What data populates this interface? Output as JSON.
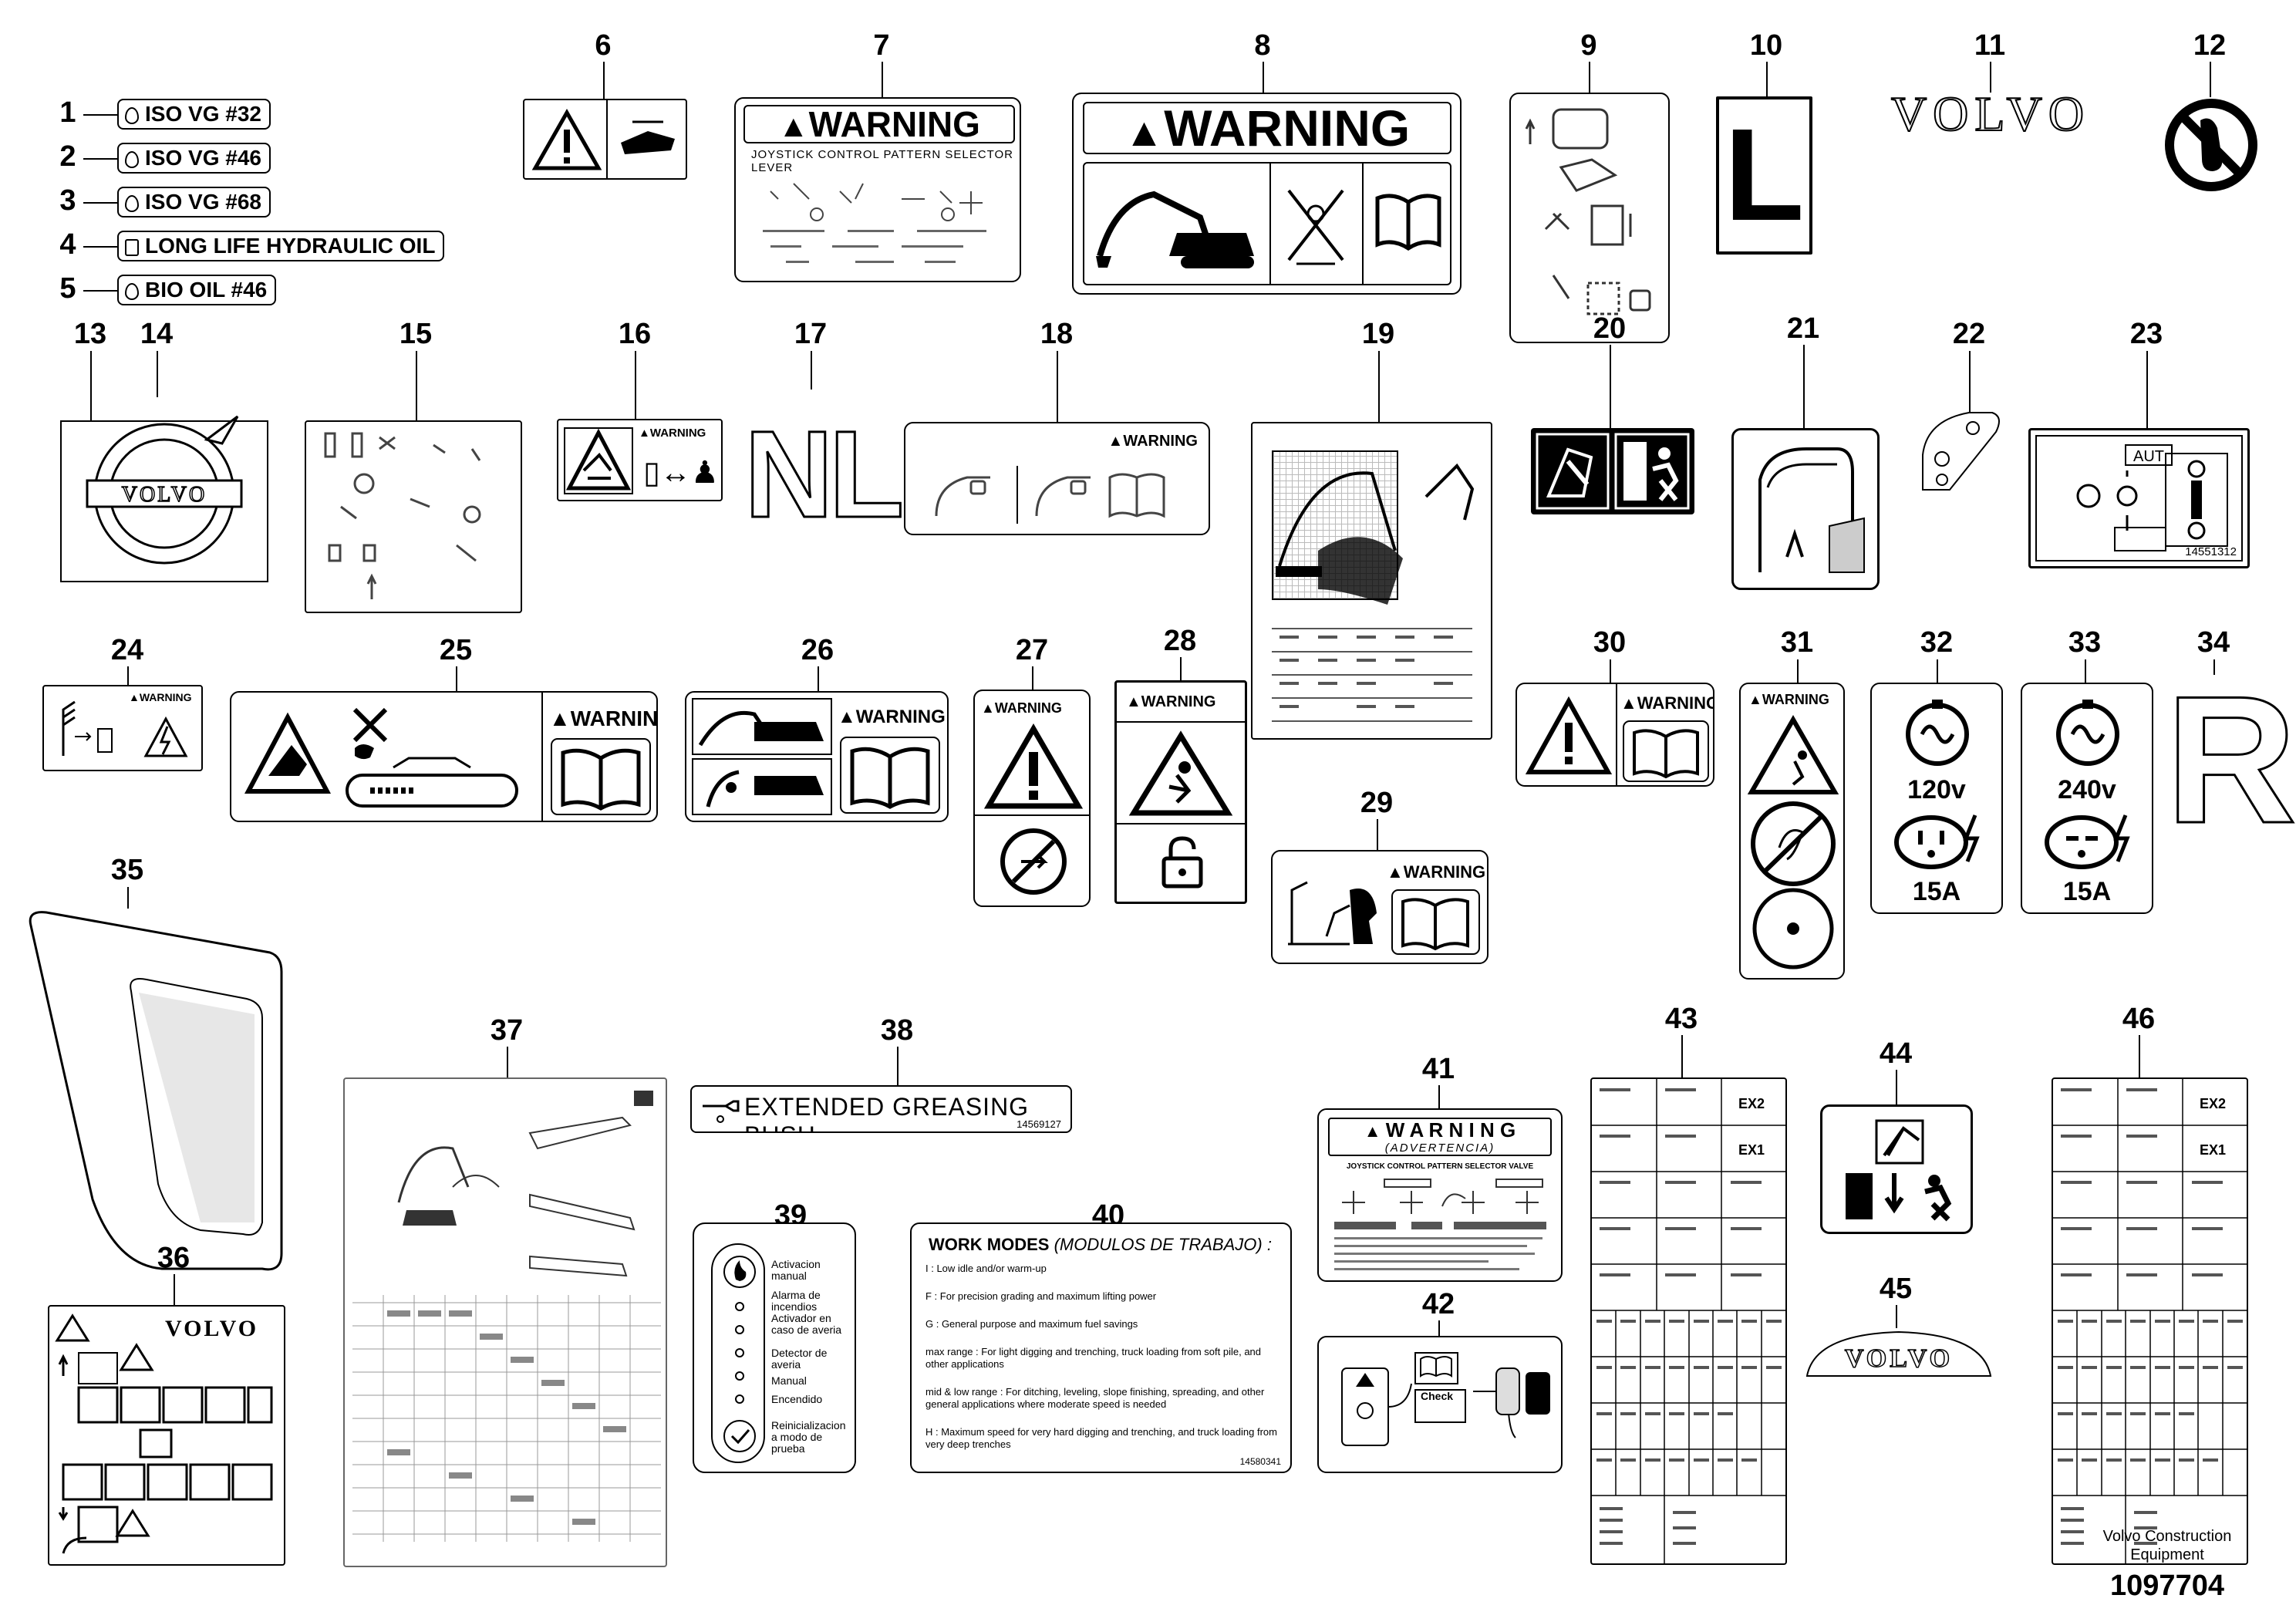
{
  "items": [
    {
      "n": "1"
    },
    {
      "n": "2"
    },
    {
      "n": "3"
    },
    {
      "n": "4"
    },
    {
      "n": "5"
    },
    {
      "n": "6"
    },
    {
      "n": "7"
    },
    {
      "n": "8"
    },
    {
      "n": "9"
    },
    {
      "n": "10"
    },
    {
      "n": "11"
    },
    {
      "n": "12"
    },
    {
      "n": "13"
    },
    {
      "n": "14"
    },
    {
      "n": "15"
    },
    {
      "n": "16"
    },
    {
      "n": "17"
    },
    {
      "n": "18"
    },
    {
      "n": "19"
    },
    {
      "n": "20"
    },
    {
      "n": "21"
    },
    {
      "n": "22"
    },
    {
      "n": "23"
    },
    {
      "n": "24"
    },
    {
      "n": "25"
    },
    {
      "n": "26"
    },
    {
      "n": "27"
    },
    {
      "n": "28"
    },
    {
      "n": "29"
    },
    {
      "n": "30"
    },
    {
      "n": "31"
    },
    {
      "n": "32"
    },
    {
      "n": "33"
    },
    {
      "n": "34"
    },
    {
      "n": "35"
    },
    {
      "n": "36"
    },
    {
      "n": "37"
    },
    {
      "n": "38"
    },
    {
      "n": "39"
    },
    {
      "n": "40"
    },
    {
      "n": "41"
    },
    {
      "n": "42"
    },
    {
      "n": "43"
    },
    {
      "n": "44"
    },
    {
      "n": "45"
    },
    {
      "n": "46"
    }
  ],
  "oil_labels": [
    "ISO VG #32",
    "ISO VG #46",
    "ISO VG #68",
    "LONG LIFE HYDRAULIC OIL",
    "BIO OIL #46"
  ],
  "decals": {
    "warning": "WARNING",
    "warning_spaced": "W A R N I N G",
    "advertencia": "(ADVERTENCIA)",
    "joystick_pattern": "JOYSTICK CONTROL PATTERN SELECTOR LEVER",
    "joystick_valve": "JOYSTICK CONTROL PATTERN SELECTOR VALVE",
    "letter_l": "L",
    "letter_r": "R",
    "nl": "NL",
    "volvo": "VOLVO",
    "aut": "AUT",
    "part_23": "14551312",
    "v120": "120v",
    "v240": "240v",
    "amp": "15A",
    "extended_greasing": "EXTENDED GREASING BUSH",
    "part_38": "14569127",
    "check": "Check",
    "work_modes_title": "WORK MODES",
    "work_modes_es": "(MODULOS DE TRABAJO) :",
    "work_modes_lines": [
      "I : Low idle and/or warm-up",
      "F : For precision grading and maximum lifting power",
      "G : General purpose and maximum fuel savings",
      "max range : For light digging and trenching, truck loading from soft pile, and other applications",
      "mid & low range : For ditching, leveling, slope finishing, spreading, and other general applications where moderate speed is needed",
      "H : Maximum speed for very hard digging and trenching, and truck loading from very deep trenches"
    ],
    "part_40": "14580341",
    "alarm_lines": [
      "Activacion manual",
      "Alarma de incendios",
      "Activador en caso de averia",
      "Detector de averia",
      "Manual",
      "Encendido",
      "Reinicializacion a modo de prueba"
    ],
    "fuse_codes": [
      "EX2",
      "EX1"
    ]
  },
  "footer": {
    "company": "Volvo Construction Equipment",
    "doc_number": "1097704"
  }
}
